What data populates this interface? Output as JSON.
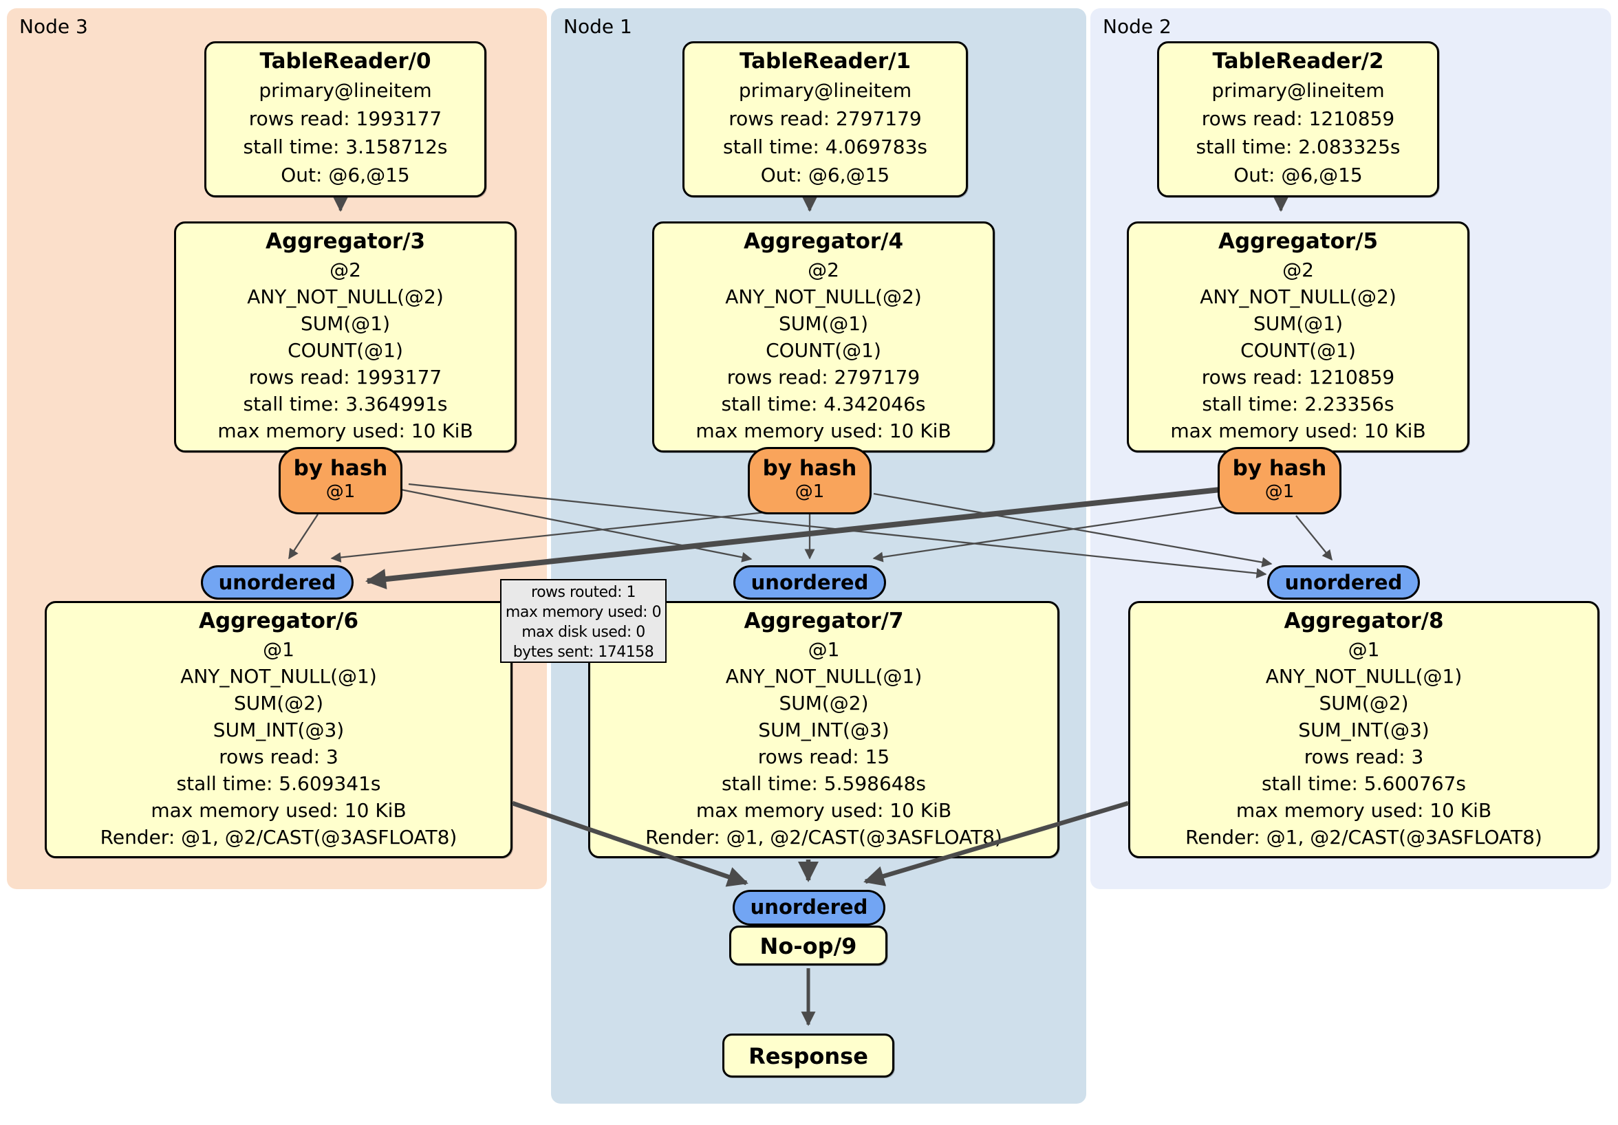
{
  "regions": [
    {
      "label": "Node 3"
    },
    {
      "label": "Node 1"
    },
    {
      "label": "Node 2"
    }
  ],
  "processors": {
    "tr0": {
      "title": "TableReader/0",
      "lines": [
        "primary@lineitem",
        "rows read: 1993177",
        "stall time: 3.158712s",
        "Out: @6,@15"
      ]
    },
    "tr1": {
      "title": "TableReader/1",
      "lines": [
        "primary@lineitem",
        "rows read: 2797179",
        "stall time: 4.069783s",
        "Out: @6,@15"
      ]
    },
    "tr2": {
      "title": "TableReader/2",
      "lines": [
        "primary@lineitem",
        "rows read: 1210859",
        "stall time: 2.083325s",
        "Out: @6,@15"
      ]
    },
    "agg3": {
      "title": "Aggregator/3",
      "lines": [
        "@2",
        "ANY_NOT_NULL(@2)",
        "SUM(@1)",
        "COUNT(@1)",
        "rows read: 1993177",
        "stall time: 3.364991s",
        "max memory used: 10 KiB"
      ]
    },
    "agg4": {
      "title": "Aggregator/4",
      "lines": [
        "@2",
        "ANY_NOT_NULL(@2)",
        "SUM(@1)",
        "COUNT(@1)",
        "rows read: 2797179",
        "stall time: 4.342046s",
        "max memory used: 10 KiB"
      ]
    },
    "agg5": {
      "title": "Aggregator/5",
      "lines": [
        "@2",
        "ANY_NOT_NULL(@2)",
        "SUM(@1)",
        "COUNT(@1)",
        "rows read: 1210859",
        "stall time: 2.23356s",
        "max memory used: 10 KiB"
      ]
    },
    "agg6": {
      "title": "Aggregator/6",
      "lines": [
        "@1",
        "ANY_NOT_NULL(@1)",
        "SUM(@2)",
        "SUM_INT(@3)",
        "rows read: 3",
        "stall time: 5.609341s",
        "max memory used: 10 KiB",
        "Render: @1, @2/CAST(@3ASFLOAT8)"
      ]
    },
    "agg7": {
      "title": "Aggregator/7",
      "lines": [
        "@1",
        "ANY_NOT_NULL(@1)",
        "SUM(@2)",
        "SUM_INT(@3)",
        "rows read: 15",
        "stall time: 5.598648s",
        "max memory used: 10 KiB",
        "Render: @1, @2/CAST(@3ASFLOAT8)"
      ]
    },
    "agg8": {
      "title": "Aggregator/8",
      "lines": [
        "@1",
        "ANY_NOT_NULL(@1)",
        "SUM(@2)",
        "SUM_INT(@3)",
        "rows read: 3",
        "stall time: 5.600767s",
        "max memory used: 10 KiB",
        "Render: @1, @2/CAST(@3ASFLOAT8)"
      ]
    },
    "noop": {
      "title": "No-op/9"
    },
    "response": {
      "title": "Response"
    }
  },
  "routers": [
    {
      "label": "by hash",
      "sublabel": "@1"
    },
    {
      "label": "by hash",
      "sublabel": "@1"
    },
    {
      "label": "by hash",
      "sublabel": "@1"
    }
  ],
  "synchronizers": [
    {
      "label": "unordered"
    },
    {
      "label": "unordered"
    },
    {
      "label": "unordered"
    },
    {
      "label": "unordered"
    }
  ],
  "tooltip": {
    "lines": [
      "rows routed: 1",
      "max memory used: 0",
      "max disk used: 0",
      "bytes sent: 174158"
    ]
  },
  "colors": {
    "node3_bg": "#fbdfca",
    "node1_bg": "#cfdfeb",
    "node2_bg": "#e9eefa",
    "box_bg": "#ffffcd",
    "router_bg": "#f9a45b",
    "sync_bg": "#72a5f3",
    "tooltip_bg": "#e9e9e9",
    "edge": "#4b4b4b"
  }
}
